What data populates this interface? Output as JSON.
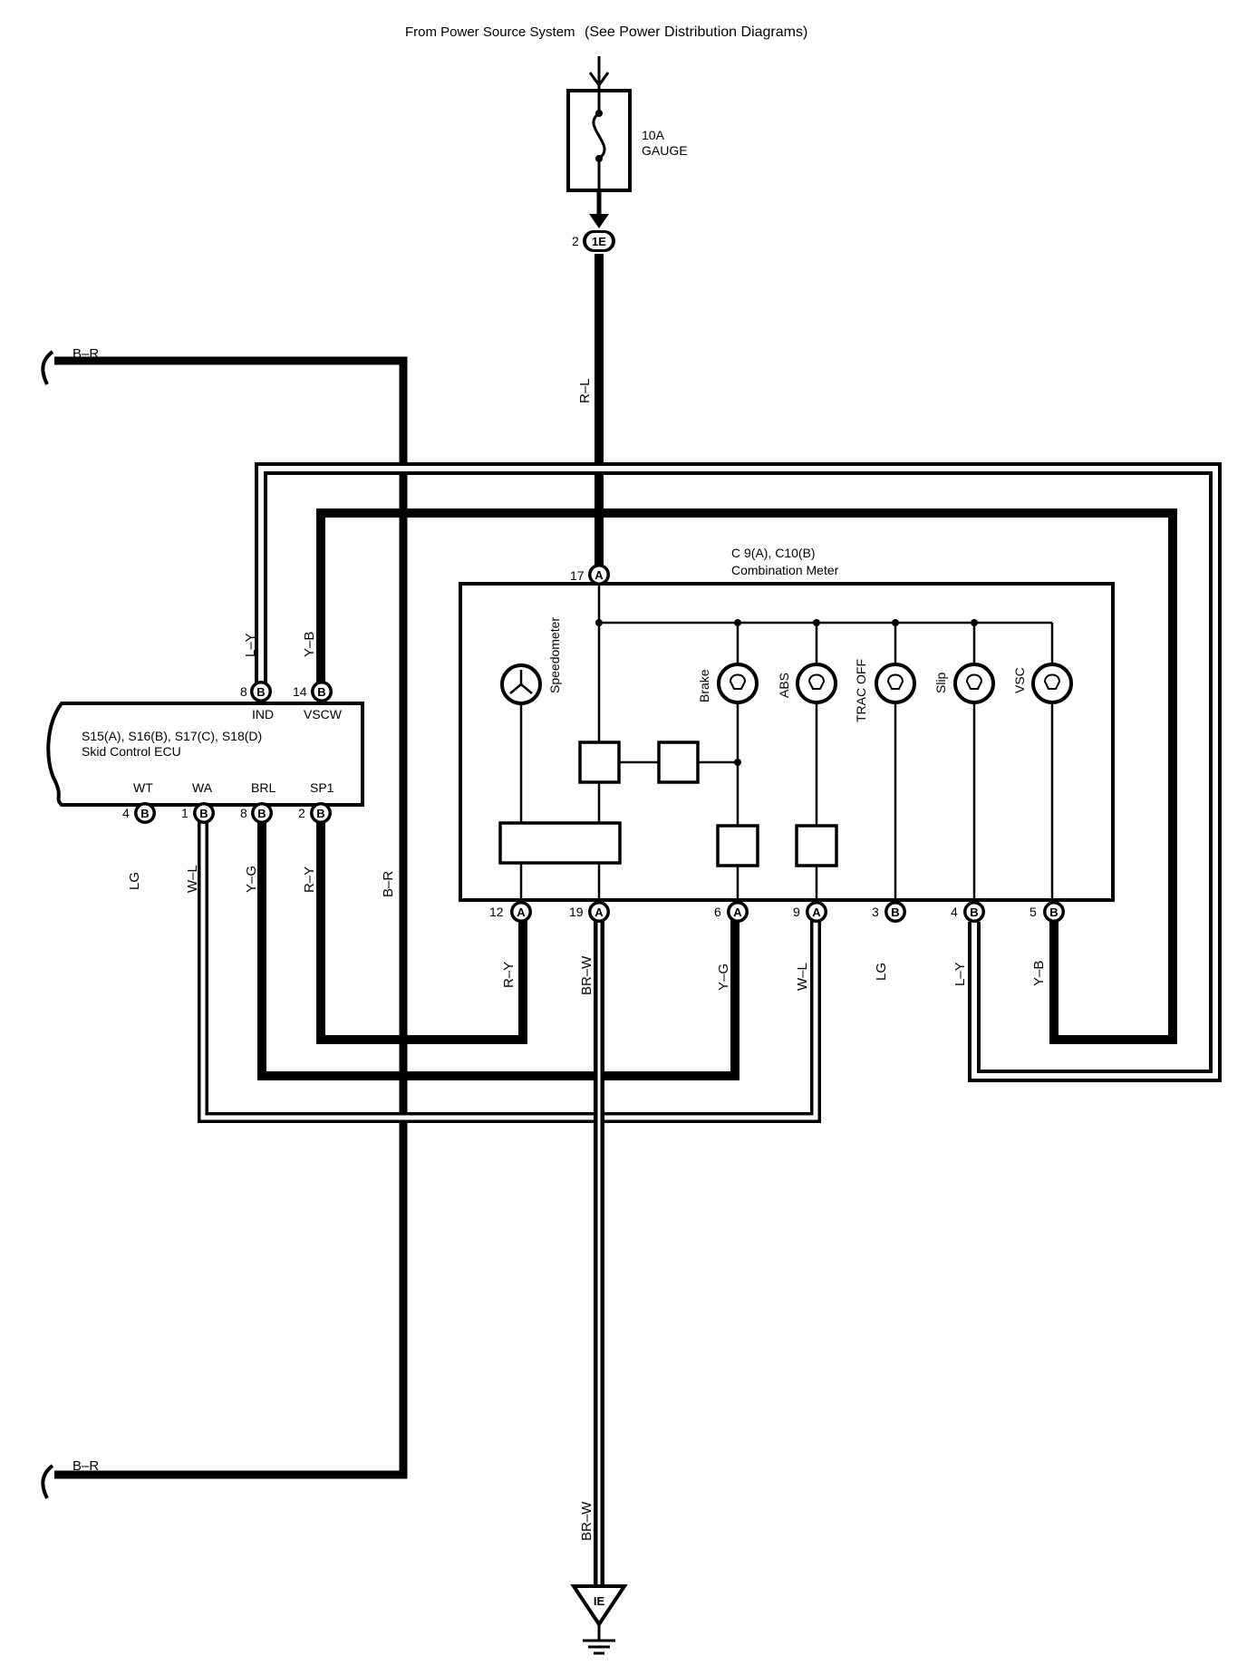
{
  "header": {
    "source": "From Power Source System",
    "note": "(See Power Distribution Diagrams)"
  },
  "fuse": {
    "rating": "10A",
    "name": "GAUGE"
  },
  "junction_top": {
    "pin": "2",
    "code": "1E"
  },
  "wires": {
    "rl": "R–L",
    "br": "B–R",
    "brw": "BR–W",
    "ly": "L–Y",
    "yb": "Y–B",
    "lg": "LG",
    "wl": "W–L",
    "yg": "Y–G",
    "ry": "R–Y"
  },
  "meter": {
    "connectors": "C 9(A), C10(B)",
    "name": "Combination Meter",
    "pin_top": {
      "num": "17",
      "conn": "A"
    },
    "indicators": [
      "Speedometer",
      "Brake",
      "ABS",
      "TRAC OFF",
      "Slip",
      "VSC"
    ],
    "bottom_pins": [
      {
        "num": "12",
        "conn": "A"
      },
      {
        "num": "19",
        "conn": "A"
      },
      {
        "num": "6",
        "conn": "A"
      },
      {
        "num": "9",
        "conn": "A"
      },
      {
        "num": "3",
        "conn": "B"
      },
      {
        "num": "4",
        "conn": "B"
      },
      {
        "num": "5",
        "conn": "B"
      }
    ]
  },
  "ecu": {
    "line1": "S15(A), S16(B), S17(C), S18(D)",
    "line2": "Skid Control ECU",
    "top_pins": [
      {
        "num": "8",
        "conn": "B",
        "term": "IND"
      },
      {
        "num": "14",
        "conn": "B",
        "term": "VSCW"
      }
    ],
    "bottom_pins": [
      {
        "num": "4",
        "conn": "B",
        "term": "WT"
      },
      {
        "num": "1",
        "conn": "B",
        "term": "WA"
      },
      {
        "num": "8",
        "conn": "B",
        "term": "BRL"
      },
      {
        "num": "2",
        "conn": "B",
        "term": "SP1"
      }
    ]
  },
  "ground": {
    "code": "IE"
  }
}
